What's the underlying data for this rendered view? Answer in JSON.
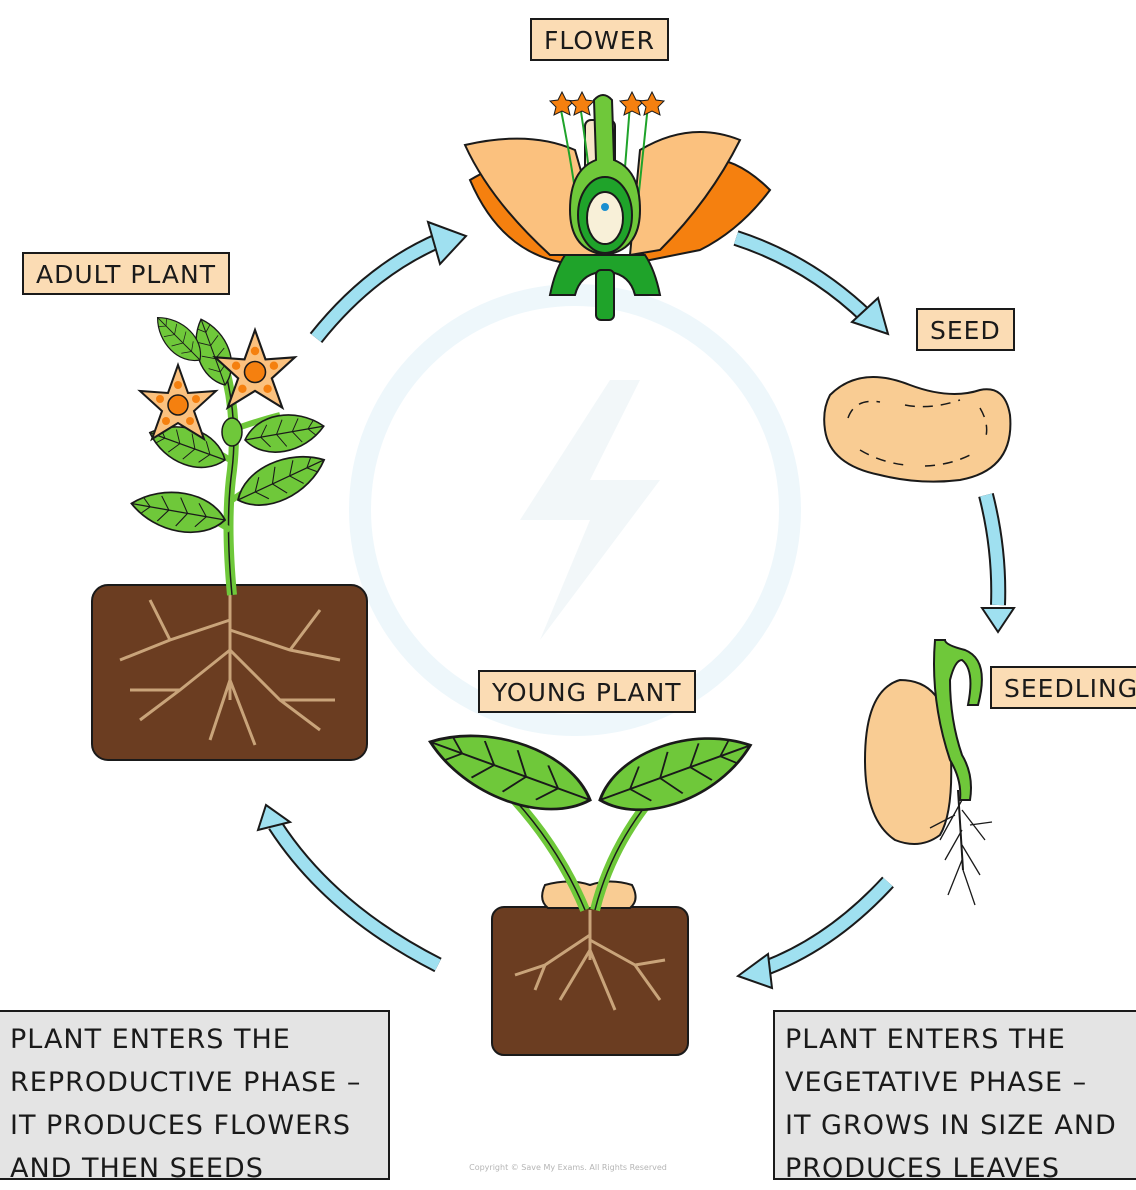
{
  "stages": {
    "flower": "FLOWER",
    "seed": "SEED",
    "seedling": "SEEDLING",
    "young_plant": "YOUNG PLANT",
    "adult_plant": "ADULT PLANT"
  },
  "notes": {
    "reproductive": [
      "PLANT ENTERS THE",
      "REPRODUCTIVE PHASE –",
      "IT PRODUCES FLOWERS",
      "AND THEN SEEDS"
    ],
    "vegetative": [
      "PLANT ENTERS THE",
      "VEGETATIVE PHASE –",
      "IT GROWS IN SIZE AND",
      "PRODUCES LEAVES"
    ]
  },
  "copyright": "Copyright © Save My Exams. All Rights Reserved",
  "colors": {
    "label_fill": "#fbdcb4",
    "note_fill": "#e4e4e4",
    "arrow": "#9fe0f0",
    "soil": "#6b3d21",
    "leaf": "#6fc83a",
    "seed": "#f9cc93",
    "petal_light": "#fbc17e",
    "petal_dark": "#f5800f",
    "stem": "#1fa32a"
  }
}
